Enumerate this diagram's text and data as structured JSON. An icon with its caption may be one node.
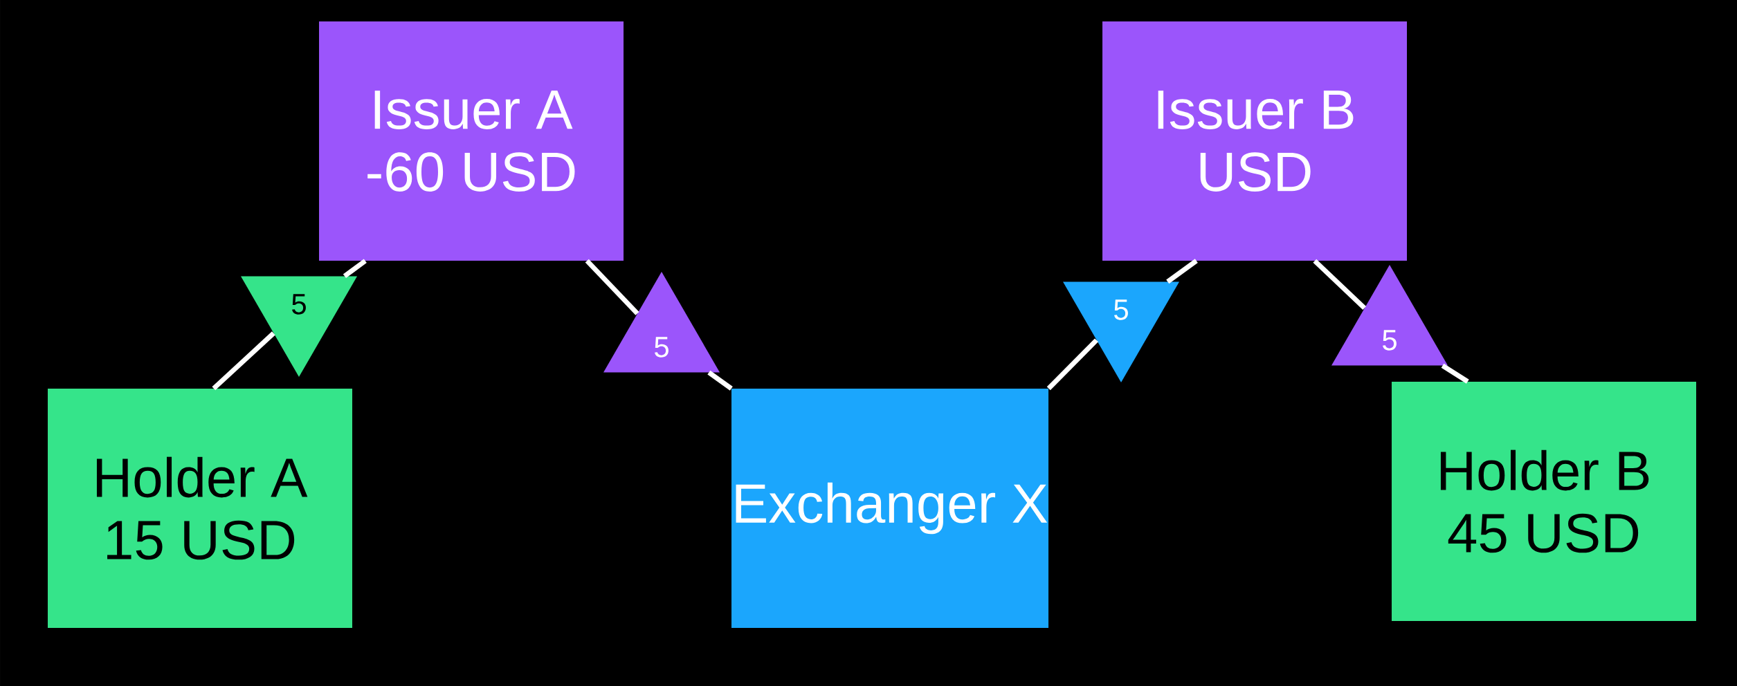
{
  "diagram": {
    "nodes": [
      {
        "text": [
          "Issuer A",
          "-60 USD"
        ]
      },
      {
        "text": [
          "Issuer B",
          "USD"
        ]
      },
      {
        "text": [
          "5"
        ]
      },
      {
        "text": [
          "5"
        ]
      },
      {
        "text": [
          "5"
        ]
      },
      {
        "text": [
          "5"
        ]
      },
      {
        "text": [
          "Holder A",
          "15 USD"
        ]
      },
      {
        "text": [
          "Exchanger X"
        ]
      },
      {
        "text": [
          "Holder B",
          "45 USD"
        ]
      }
    ],
    "edges": [
      {
        "from": 6,
        "to": 2,
        "arrow": "none"
      },
      {
        "from": 2,
        "to": 0,
        "arrow": "none"
      },
      {
        "from": 0,
        "to": 3,
        "arrow": "none"
      },
      {
        "from": 3,
        "to": 7,
        "arrow": "none"
      },
      {
        "from": 7,
        "to": 4,
        "arrow": "none"
      },
      {
        "from": 4,
        "to": 1,
        "arrow": "none"
      },
      {
        "from": 1,
        "to": 5,
        "arrow": "none"
      },
      {
        "from": 5,
        "to": 8,
        "arrow": "none"
      }
    ]
  }
}
